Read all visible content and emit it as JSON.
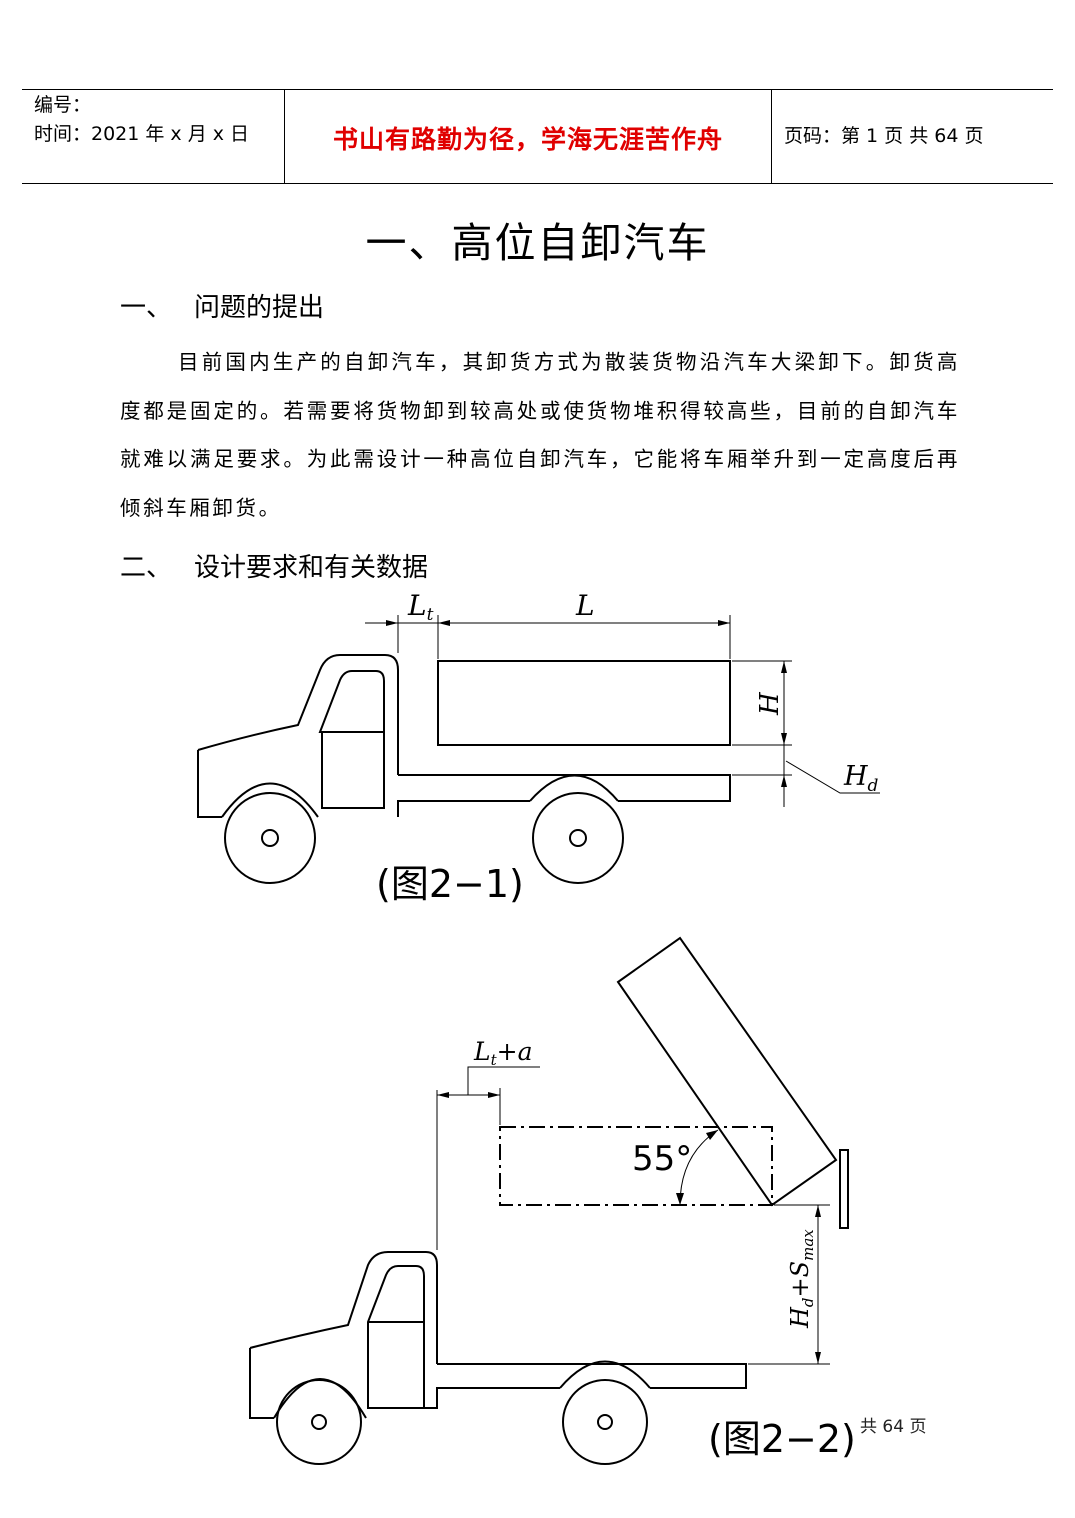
{
  "header": {
    "number_label": "编号：",
    "date_label": "时间：2021 年 x 月 x 日",
    "motto": "书山有路勤为径，学海无涯苦作舟",
    "page_label": "页码：第 1 页  共 64 页"
  },
  "title": "一、高位自卸汽车",
  "section1": {
    "num": "一、",
    "heading": "问题的提出",
    "paragraph": "目前国内生产的自卸汽车，其卸货方式为散装货物沿汽车大梁卸下。卸货高度都是固定的。若需要将货物卸到较高处或使货物堆积得较高些，目前的自卸汽车就难以满足要求。为此需设计一种高位自卸汽车，它能将车厢举升到一定高度后再倾斜车厢卸货。"
  },
  "section2": {
    "num": "二、",
    "heading": "设计要求和有关数据"
  },
  "figure1": {
    "caption": "(图2−1)",
    "label_Lt": "L",
    "label_Lt_sub": "t",
    "label_L": "L",
    "label_H": "H",
    "label_Hd": "H",
    "label_Hd_sub": "d"
  },
  "figure2": {
    "caption": "(图2−2)",
    "label_Lta": "L",
    "label_Lta_sub": "t",
    "label_Lta_rest": "+a",
    "angle": "55°",
    "label_HS_main": "H",
    "label_HS_sub1": "d",
    "label_HS_plus": "+S",
    "label_HS_sub2": "max"
  },
  "footer": {
    "text": "共 64 页"
  }
}
